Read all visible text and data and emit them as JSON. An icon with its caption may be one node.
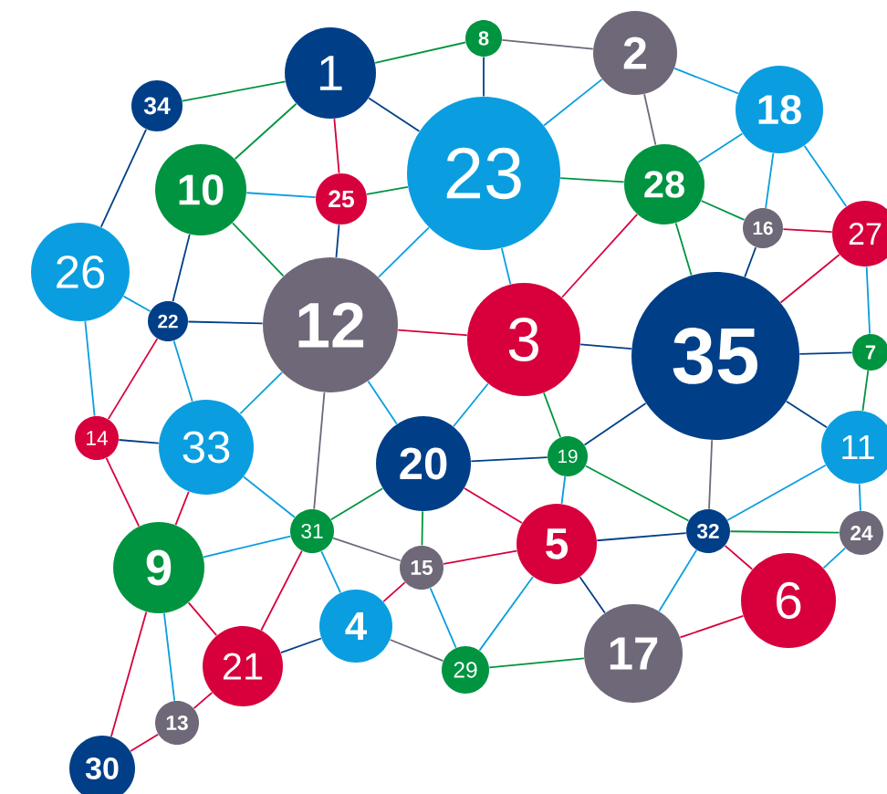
{
  "diagram": {
    "nodes": [
      {
        "text": [
          "1"
        ]
      },
      {
        "text": [
          "8"
        ]
      },
      {
        "text": [
          "2"
        ]
      },
      {
        "text": [
          "34"
        ]
      },
      {
        "text": [
          "18"
        ]
      },
      {
        "text": [
          "10"
        ]
      },
      {
        "text": [
          "25"
        ]
      },
      {
        "text": [
          "23"
        ]
      },
      {
        "text": [
          "28"
        ]
      },
      {
        "text": [
          "16"
        ]
      },
      {
        "text": [
          "27"
        ]
      },
      {
        "text": [
          "26"
        ]
      },
      {
        "text": [
          "22"
        ]
      },
      {
        "text": [
          "12"
        ]
      },
      {
        "text": [
          "3"
        ]
      },
      {
        "text": [
          "35"
        ]
      },
      {
        "text": [
          "7"
        ]
      },
      {
        "text": [
          "14"
        ]
      },
      {
        "text": [
          "33"
        ]
      },
      {
        "text": [
          "20"
        ]
      },
      {
        "text": [
          "19"
        ]
      },
      {
        "text": [
          "11"
        ]
      },
      {
        "text": [
          "31"
        ]
      },
      {
        "text": [
          "9"
        ]
      },
      {
        "text": [
          "15"
        ]
      },
      {
        "text": [
          "5"
        ]
      },
      {
        "text": [
          "32"
        ]
      },
      {
        "text": [
          "24"
        ]
      },
      {
        "text": [
          "4"
        ]
      },
      {
        "text": [
          "6"
        ]
      },
      {
        "text": [
          "21"
        ]
      },
      {
        "text": [
          "29"
        ]
      },
      {
        "text": [
          "17"
        ]
      },
      {
        "text": [
          "13"
        ]
      },
      {
        "text": [
          "30"
        ]
      }
    ],
    "edges": [
      {
        "from": 0,
        "to": 1,
        "arrow": "none",
        "color": "#009440"
      },
      {
        "from": 1,
        "to": 2,
        "arrow": "none",
        "color": "#6e6878"
      },
      {
        "from": 1,
        "to": 7,
        "arrow": "none",
        "color": "#003f87"
      },
      {
        "from": 0,
        "to": 3,
        "arrow": "none",
        "color": "#009440"
      },
      {
        "from": 0,
        "to": 5,
        "arrow": "none",
        "color": "#009440"
      },
      {
        "from": 0,
        "to": 6,
        "arrow": "none",
        "color": "#d7003c"
      },
      {
        "from": 0,
        "to": 7,
        "arrow": "none",
        "color": "#003f87"
      },
      {
        "from": 3,
        "to": 11,
        "arrow": "none",
        "color": "#003f87"
      },
      {
        "from": 5,
        "to": 6,
        "arrow": "none"
      },
      {
        "from": 6,
        "to": 7,
        "arrow": "none",
        "color": "#009440"
      },
      {
        "from": 5,
        "to": 13,
        "arrow": "none",
        "color": "#009440"
      },
      {
        "from": 6,
        "to": 13,
        "arrow": "none",
        "color": "#003f87"
      },
      {
        "from": 5,
        "to": 12,
        "arrow": "none",
        "color": "#003f87"
      },
      {
        "from": 11,
        "to": 12,
        "arrow": "none"
      },
      {
        "from": 12,
        "to": 13,
        "arrow": "none",
        "color": "#003f87"
      },
      {
        "from": 7,
        "to": 13,
        "arrow": "none"
      },
      {
        "from": 2,
        "to": 7,
        "arrow": "none"
      },
      {
        "from": 2,
        "to": 8,
        "arrow": "none",
        "color": "#6e6878"
      },
      {
        "from": 2,
        "to": 4,
        "arrow": "none"
      },
      {
        "from": 7,
        "to": 8,
        "arrow": "none",
        "color": "#009440"
      },
      {
        "from": 7,
        "to": 14,
        "arrow": "none"
      },
      {
        "from": 4,
        "to": 8,
        "arrow": "none"
      },
      {
        "from": 4,
        "to": 9,
        "arrow": "none"
      },
      {
        "from": 4,
        "to": 10,
        "arrow": "none"
      },
      {
        "from": 8,
        "to": 9,
        "arrow": "none",
        "color": "#009440"
      },
      {
        "from": 9,
        "to": 10,
        "arrow": "none",
        "color": "#d7003c"
      },
      {
        "from": 9,
        "to": 15,
        "arrow": "none",
        "color": "#003f87"
      },
      {
        "from": 8,
        "to": 15,
        "arrow": "none",
        "color": "#009440"
      },
      {
        "from": 8,
        "to": 14,
        "arrow": "none",
        "color": "#d7003c"
      },
      {
        "from": 10,
        "to": 15,
        "arrow": "none",
        "color": "#d7003c"
      },
      {
        "from": 10,
        "to": 16,
        "arrow": "none"
      },
      {
        "from": 14,
        "to": 15,
        "arrow": "none",
        "color": "#003f87"
      },
      {
        "from": 15,
        "to": 16,
        "arrow": "none",
        "color": "#003f87"
      },
      {
        "from": 16,
        "to": 21,
        "arrow": "none",
        "color": "#009440"
      },
      {
        "from": 13,
        "to": 14,
        "arrow": "none",
        "color": "#d7003c"
      },
      {
        "from": 11,
        "to": 17,
        "arrow": "none"
      },
      {
        "from": 12,
        "to": 17,
        "arrow": "none",
        "color": "#d7003c"
      },
      {
        "from": 12,
        "to": 18,
        "arrow": "none"
      },
      {
        "from": 17,
        "to": 18,
        "arrow": "none",
        "color": "#003f87"
      },
      {
        "from": 17,
        "to": 23,
        "arrow": "none",
        "color": "#d7003c"
      },
      {
        "from": 18,
        "to": 23,
        "arrow": "none",
        "color": "#d7003c"
      },
      {
        "from": 13,
        "to": 18,
        "arrow": "none"
      },
      {
        "from": 13,
        "to": 22,
        "arrow": "none",
        "color": "#6e6878"
      },
      {
        "from": 13,
        "to": 19,
        "arrow": "none"
      },
      {
        "from": 14,
        "to": 19,
        "arrow": "none"
      },
      {
        "from": 14,
        "to": 20,
        "arrow": "none",
        "color": "#009440"
      },
      {
        "from": 18,
        "to": 22,
        "arrow": "none"
      },
      {
        "from": 19,
        "to": 22,
        "arrow": "none",
        "color": "#009440"
      },
      {
        "from": 19,
        "to": 20,
        "arrow": "none",
        "color": "#003f87"
      },
      {
        "from": 19,
        "to": 24,
        "arrow": "none",
        "color": "#009440"
      },
      {
        "from": 19,
        "to": 25,
        "arrow": "none",
        "color": "#d7003c"
      },
      {
        "from": 20,
        "to": 25,
        "arrow": "none"
      },
      {
        "from": 20,
        "to": 15,
        "arrow": "none",
        "color": "#003f87"
      },
      {
        "from": 20,
        "to": 26,
        "arrow": "none",
        "color": "#009440"
      },
      {
        "from": 15,
        "to": 26,
        "arrow": "none",
        "color": "#6e6878"
      },
      {
        "from": 15,
        "to": 21,
        "arrow": "none",
        "color": "#003f87"
      },
      {
        "from": 26,
        "to": 21,
        "arrow": "none"
      },
      {
        "from": 21,
        "to": 27,
        "arrow": "none"
      },
      {
        "from": 26,
        "to": 27,
        "arrow": "none",
        "color": "#009440"
      },
      {
        "from": 26,
        "to": 25,
        "arrow": "none",
        "color": "#003f87"
      },
      {
        "from": 26,
        "to": 29,
        "arrow": "none",
        "color": "#d7003c"
      },
      {
        "from": 26,
        "to": 32,
        "arrow": "none"
      },
      {
        "from": 27,
        "to": 29,
        "arrow": "none"
      },
      {
        "from": 25,
        "to": 24,
        "arrow": "none",
        "color": "#d7003c"
      },
      {
        "from": 25,
        "to": 32,
        "arrow": "none",
        "color": "#003f87"
      },
      {
        "from": 25,
        "to": 31,
        "arrow": "none"
      },
      {
        "from": 24,
        "to": 31,
        "arrow": "none"
      },
      {
        "from": 24,
        "to": 28,
        "arrow": "none",
        "color": "#d7003c"
      },
      {
        "from": 22,
        "to": 24,
        "arrow": "none",
        "color": "#6e6878"
      },
      {
        "from": 22,
        "to": 23,
        "arrow": "none"
      },
      {
        "from": 22,
        "to": 28,
        "arrow": "none"
      },
      {
        "from": 22,
        "to": 30,
        "arrow": "none",
        "color": "#d7003c"
      },
      {
        "from": 23,
        "to": 30,
        "arrow": "none",
        "color": "#d7003c"
      },
      {
        "from": 23,
        "to": 33,
        "arrow": "none"
      },
      {
        "from": 23,
        "to": 34,
        "arrow": "none",
        "color": "#d7003c"
      },
      {
        "from": 30,
        "to": 33,
        "arrow": "none",
        "color": "#d7003c"
      },
      {
        "from": 33,
        "to": 34,
        "arrow": "none",
        "color": "#d7003c"
      },
      {
        "from": 30,
        "to": 28,
        "arrow": "none",
        "color": "#003f87"
      },
      {
        "from": 28,
        "to": 31,
        "arrow": "none",
        "color": "#6e6878"
      },
      {
        "from": 31,
        "to": 32,
        "arrow": "none",
        "color": "#009440"
      },
      {
        "from": 32,
        "to": 29,
        "arrow": "none",
        "color": "#d7003c"
      }
    ]
  }
}
